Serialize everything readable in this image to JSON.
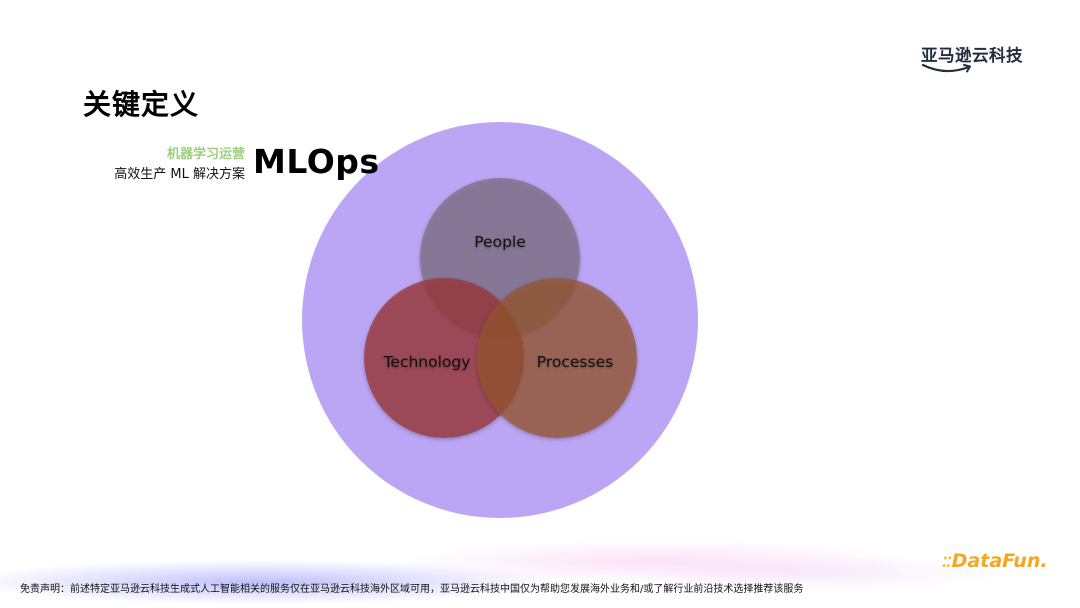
{
  "header": {
    "brand_logo_text": "亚马逊云科技",
    "brand_logo_icon": "smile-arrow-icon"
  },
  "slide": {
    "title": "关键定义",
    "subtitle_green": "机器学习运营",
    "subtitle_black": "高效生产 ML 解决方案",
    "heading": "MLOps"
  },
  "diagram": {
    "type": "venn",
    "outer_circle": {
      "color": "#bba6f5",
      "label": "MLOps"
    },
    "circles": [
      {
        "label": "People",
        "color": "#968ba8"
      },
      {
        "label": "Technology",
        "color": "#a35259"
      },
      {
        "label": "Processes",
        "color": "#9e6a59"
      }
    ],
    "center_overlap_color": "#9a3f26"
  },
  "footer": {
    "disclaimer": "免责声明：前述特定亚马逊云科技生成式人工智能相关的服务仅在亚马逊云科技海外区域可用，亚马逊云科技中国仅为帮助您发展海外业务和/或了解行业前沿技术选择推荐该服务",
    "partner_logo_text": "DataFun.",
    "partner_logo_icon": "dots-icon",
    "partner_color": "#f5a623"
  }
}
